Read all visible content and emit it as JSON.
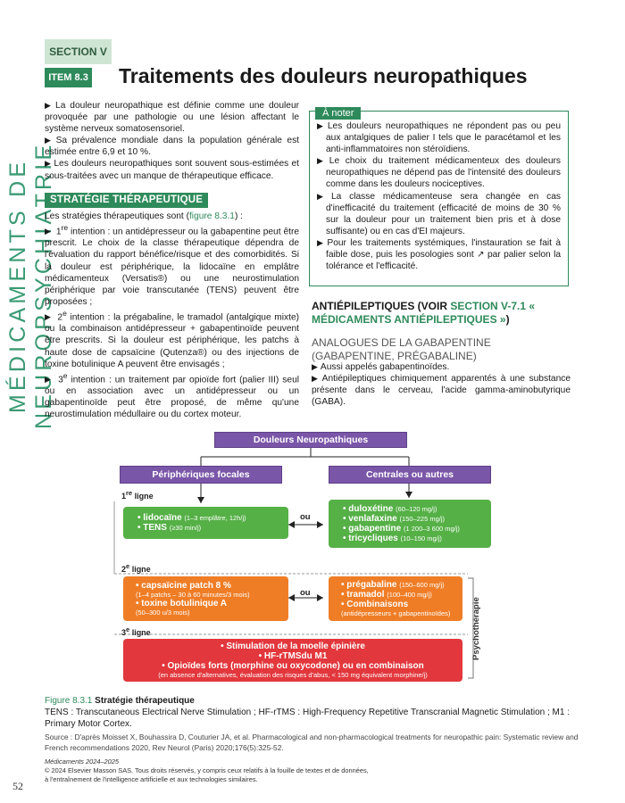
{
  "side_title": "MÉDICAMENTS DE NEUROPSYCHIATRIE",
  "section": "SECTION V",
  "item": "ITEM 8.3",
  "title": "Traitements des douleurs neuropathiques",
  "left": {
    "p1": "La douleur neuropathique est définie comme une douleur provoquée par une pathologie ou une lésion affectant le système nerveux somatosensoriel.",
    "p2": "Sa prévalence mondiale dans la population générale est estimée entre 6,9 et 10 %.",
    "p3": "Les douleurs neuropathiques sont souvent sous-estimées et sous-traitées avec un manque de thérapeutique efficace.",
    "strategy_heading": "STRATÉGIE THÉRAPEUTIQUE",
    "strategy_intro_a": "Les stratégies thérapeutiques sont (",
    "strategy_intro_link": "figure 8.3.1",
    "strategy_intro_b": ") :",
    "i1_num": "1",
    "i1_sup": "re",
    "i1": " intention : un antidépresseur ou la gabapentine peut être prescrit. Le choix de la classe thérapeutique dépendra de l'évaluation du rapport bénéfice/risque et des comorbidités. Si la douleur est périphérique, la lidocaïne en emplâtre médicamenteux (Versatis®) ou une neurostimulation périphérique par voie transcutanée (TENS) peuvent être proposées ;",
    "i2_num": "2",
    "i2_sup": "e",
    "i2": " intention : la prégabaline, le tramadol (antalgique mixte) ou la combinaison antidépresseur + gabapentinoïde peuvent être prescrits. Si la douleur est périphérique, les patchs à haute dose de capsaïcine (Qutenza®) ou des injections de toxine botulinique A peuvent être envisagés ;",
    "i3_num": "3",
    "i3_sup": "e",
    "i3": " intention : un traitement par opioïde fort (palier III) seul ou en association avec un antidépresseur ou un gabapentinoïde peut être proposé, de même qu'une neurostimulation médullaire ou du cortex moteur."
  },
  "note": {
    "label": "À noter",
    "items": [
      "Les douleurs neuropathiques ne répondent pas ou peu aux antalgiques de palier I tels que le paracétamol et les anti-inflammatoires non stéroïdiens.",
      "Le choix du traitement médicamenteux des douleurs neuropathiques ne dépend pas de l'intensité des douleurs comme dans les douleurs nociceptives.",
      "La classe médicamenteuse sera changée en cas d'inefficacité du traitement (efficacité de moins de 30 % sur la douleur pour un traitement bien pris et à dose suffisante) ou en cas d'EI majeurs.",
      "Pour les traitements systémiques, l'instauration se fait à faible dose, puis les posologies sont ↗ par palier selon la tolérance et l'efficacité."
    ]
  },
  "anti": {
    "title_a": "ANTIÉPILEPTIQUES (VOIR ",
    "title_link": "SECTION V-7.1 « MÉDICAMENTS ANTIÉPILEPTIQUES »",
    "title_b": ")",
    "subtitle": "ANALOGUES DE LA GABAPENTINE (GABAPENTINE, PRÉGABALINE)",
    "b1": "Aussi appelés gabapentinoïdes.",
    "b2": "Antiépileptiques chimiquement apparentés à une substance présente dans le cerveau, l'acide gamma-aminobutyrique (GABA)."
  },
  "diagram": {
    "top": "Douleurs Neuropathiques",
    "left_branch": "Périphériques focales",
    "right_branch": "Centrales ou autres",
    "line1_label": "1",
    "line1_sup": "re",
    "line1_suffix": " ligne",
    "line2_label": "2",
    "line2_sup": "e",
    "line2_suffix": " ligne",
    "line3_label": "3",
    "line3_sup": "e",
    "line3_suffix": " ligne",
    "ou": "ou",
    "green_left": [
      {
        "name": "lidocaïne",
        "detail": "(1–3 emplâtre, 12h/j)"
      },
      {
        "name": "TENS",
        "detail": "(≥30 min/j)"
      }
    ],
    "green_right": [
      {
        "name": "duloxétine",
        "detail": "(60–120 mg/j)"
      },
      {
        "name": "venlafaxine",
        "detail": "(150–225 mg/j)"
      },
      {
        "name": "gabapentine",
        "detail": "(1 200–3 600 mg/j)"
      },
      {
        "name": "tricycliques",
        "detail": "(10–150 mg/j)"
      }
    ],
    "orange_left": [
      {
        "name": "capsaïcine patch 8 %",
        "detail": "(1–4 patchs – 30 à 60 minutes/3 mois)"
      },
      {
        "name": "toxine botulinique A",
        "detail": "(50–300 u/3 mois)"
      }
    ],
    "orange_right": [
      {
        "name": "prégabaline",
        "detail": "(150–600 mg/j)"
      },
      {
        "name": "tramadol",
        "detail": "(100–400 mg/j)"
      },
      {
        "name": "Combinaisons",
        "detail": "(antidépresseurs + gabapentinoïdes)"
      }
    ],
    "red": {
      "l1": "• Stimulation de la moelle épinière",
      "l2": "• HF-rTMSdu M1",
      "l3": "• Opioïdes forts (morphine ou oxycodone) ou en combinaison",
      "l4": "(en absence d'alternatives, évaluation des risques d'abus, < 150 mg équivalent morphine/j)"
    },
    "psy": "Psychothérapie"
  },
  "caption": {
    "fig_label": "Figure 8.3.1",
    "fig_title": " Stratégie thérapeutique",
    "abbrev": "TENS : Transcutaneous Electrical Nerve Stimulation ; HF-rTMS : High-Frequency Repetitive Transcranial Magnetic Stimulation ; M1 : Primary Motor Cortex.",
    "source": "Source : D'après Moisset X, Bouhassira D, Couturier JA, et al. Pharmacological and non-pharmacological treatments for neuropathic pain: Systematic review and French recommendations 2020, Rev Neurol (Paris) 2020;176(5):325-52."
  },
  "footer": {
    "l1": "Médicaments 2024–2025",
    "l2": "© 2024 Elsevier Masson SAS. Tous droits réservés, y compris ceux relatifs à la fouille de textes et de données,",
    "l3": "à l'entraînement de l'intelligence artificielle et aux technologies similaires."
  },
  "page_number": "52",
  "colors": {
    "accent": "#2e8a5a",
    "purple": "#7a56a8",
    "green": "#55b046",
    "orange": "#ef7d26",
    "red": "#e2373c"
  }
}
